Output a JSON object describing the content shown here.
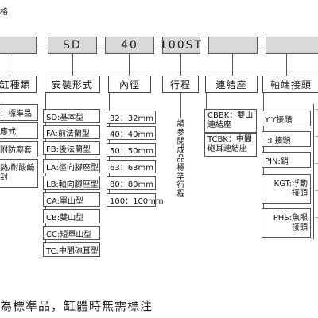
{
  "header_fragment": "格",
  "codes": [
    "",
    "SD",
    "40",
    "100ST",
    "",
    ""
  ],
  "categories": [
    "缸種類",
    "安裝形式",
    "內徑",
    "行程",
    "連結座",
    "軸端接頭"
  ],
  "cylinder_types": [
    "：標準品",
    "應式",
    "附防塵套",
    "熱/耐酸鹼",
    "封"
  ],
  "mount_types": [
    "SD:基本型",
    "FA:前法蘭型",
    "FB:後法蘭型",
    "LA:徑向腳座型",
    "LB:軸向腳座型",
    "CA:單山型",
    "CB:雙山型",
    "CC:短單山型",
    "TC:中間砲耳型"
  ],
  "bores": [
    "32：32mm",
    "40：40mm",
    "50：50mm",
    "63：63mm",
    "80：80mm",
    "100：100mm"
  ],
  "stroke_note": "請參閱成品標準行程",
  "connectors": [
    {
      "l1": "CBBK：雙山",
      "l2": "連結座"
    },
    {
      "l1": "TCBK：中間",
      "l2": "砲耳連結座"
    }
  ],
  "rod_ends": [
    {
      "l1": "Y:Y接頭",
      "l2": ""
    },
    {
      "l1": "I:I 接頭",
      "l2": ""
    },
    {
      "l1": "PIN:銷",
      "l2": ""
    },
    {
      "l1": "KGT:浮動",
      "l2": "接頭"
    },
    {
      "l1": "PHS:魚眼",
      "l2": "接頭"
    }
  ],
  "right_edge_fragments": [
    "—",
    "—",
    "—",
    "—",
    "—"
  ],
  "footer_note": "為標準品，缸體時無需標注"
}
